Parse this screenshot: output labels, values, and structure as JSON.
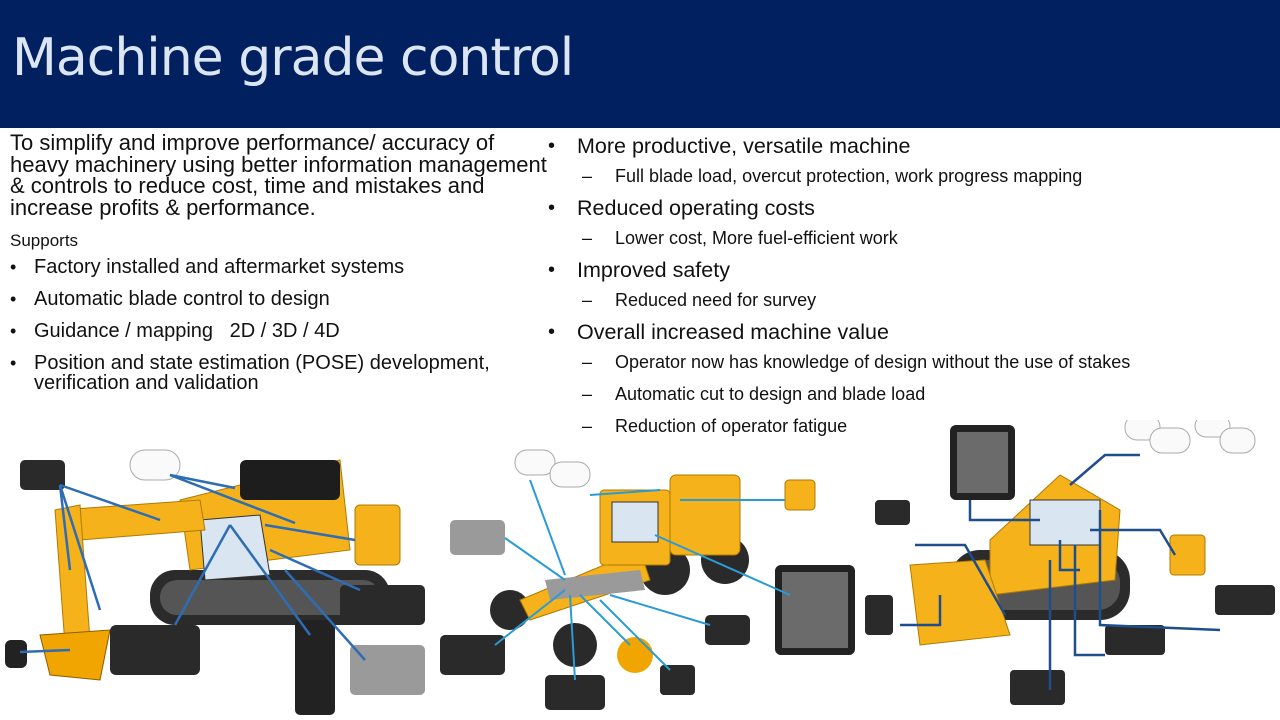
{
  "slide": {
    "title": "Machine grade control",
    "header_color": "#002060",
    "intro": "To simplify and improve performance/ accuracy of heavy machinery using better information management & controls to reduce cost, time and mistakes and increase profits & performance.",
    "supports_label": "Supports",
    "left_bullets": [
      "Factory installed and aftermarket systems",
      "Automatic blade control to design",
      "Guidance / mapping   2D / 3D / 4D",
      "Position and state estimation (POSE) development, verification and validation"
    ],
    "right_list": [
      {
        "text": "More productive, versatile machine",
        "subs": [
          "Full blade load, overcut protection, work progress mapping"
        ]
      },
      {
        "text": "Reduced operating costs",
        "subs": [
          "Lower cost, More fuel-efficient work"
        ]
      },
      {
        "text": "Improved safety",
        "subs": [
          "Reduced need for survey"
        ]
      },
      {
        "text": "Overall increased machine value",
        "subs": [
          "Operator now has knowledge of design without the use of stakes",
          "Automatic cut to design and blade load",
          "Reduction of operator fatigue"
        ]
      }
    ],
    "bullet_glyph": "•",
    "dash_glyph": "–"
  },
  "illustration": {
    "machines": [
      "excavator-icon",
      "motor-grader-icon",
      "bulldozer-icon"
    ],
    "colors": {
      "machine": "#f5b21b",
      "line_excavator": "#2e6db4",
      "line_grader": "#2a9bd6",
      "line_dozer": "#1f4e8c"
    }
  }
}
